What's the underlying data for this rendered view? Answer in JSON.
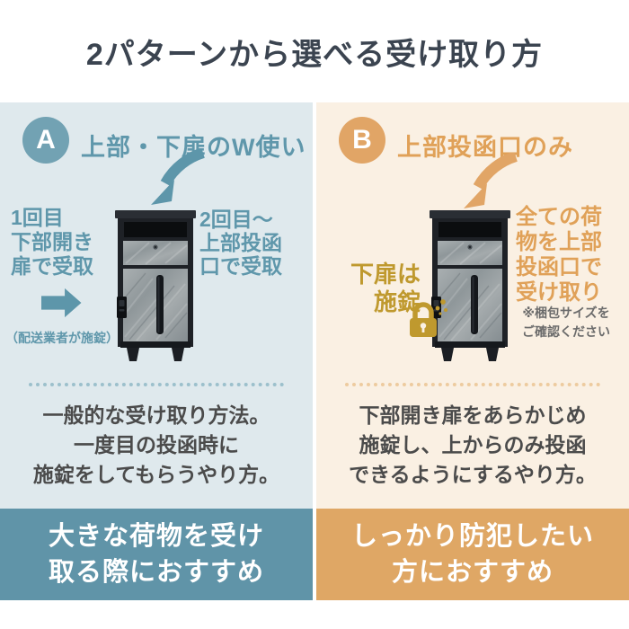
{
  "title": "2パターンから選べる受け取り方",
  "pattern_a": {
    "badge": "A",
    "heading": "上部・下扉のW使い",
    "first_label": "1回目\n下部開き\n扉で受取",
    "first_note": "（配送業者が施錠）",
    "second_label": "2回目〜\n上部投函\n口で受取",
    "description": "一般的な受け取り方法。\n一度目の投函時に\n施錠をしてもらうやり方。",
    "banner": "大きな荷物を受け\n取る際におすすめ"
  },
  "pattern_b": {
    "badge": "B",
    "heading": "上部投函口のみ",
    "lock_label": "下扉は\n　施錠",
    "receive_label": "全ての荷\n物を上部\n投函口で\n受け取り",
    "size_note": "※梱包サイズを\nご確認ください",
    "description": "下部開き扉をあらかじめ\n施錠し、上からのみ投函\nできるようにするやり方。",
    "banner": "しっかり防犯したい\n方におすすめ"
  },
  "colors": {
    "accent_teal": "#5f97ab",
    "accent_orange": "#e1a566",
    "gold": "#bf992e",
    "banner_teal": "#6094a8",
    "banner_orange": "#dfa765",
    "panel_a_bg": "#dfe9ed",
    "panel_b_bg": "#faf0e3",
    "title_color": "#3b4450"
  }
}
